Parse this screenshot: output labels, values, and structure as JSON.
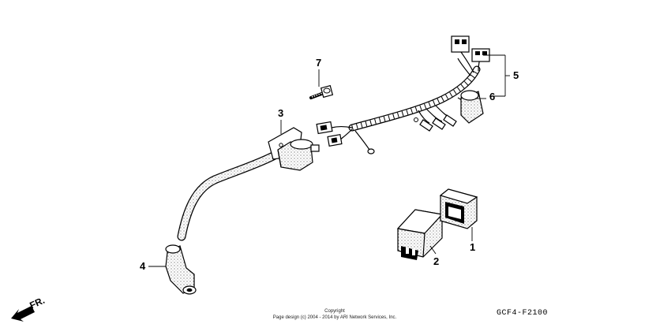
{
  "diagram": {
    "callouts": [
      "1",
      "2",
      "3",
      "4",
      "5",
      "6",
      "7"
    ],
    "front_label": "FR.",
    "copyright_title": "Copyright",
    "copyright_notice": "Page design (c) 2004 - 2014 by ARI Network Services, Inc.",
    "diagram_code": "GCF4-F2100"
  }
}
